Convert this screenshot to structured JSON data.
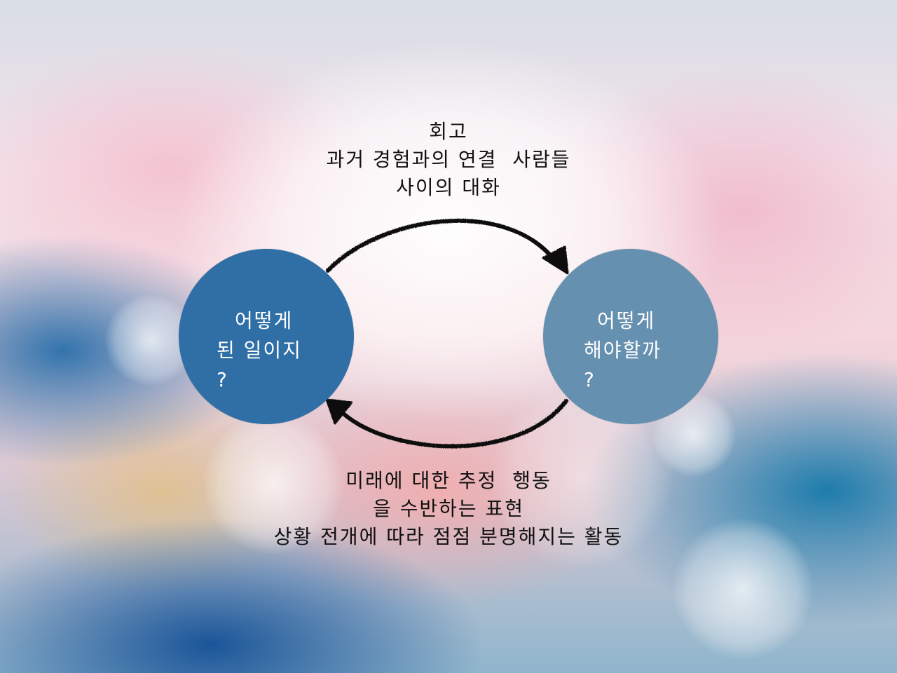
{
  "top_caption": {
    "line1": "회고",
    "line2": "과거 경험과의 연결  사람들",
    "line3": "사이의 대화"
  },
  "left_circle": {
    "line1": "어떻게",
    "line2": "된 일이지",
    "line3": "?",
    "color": "#2f6fa6"
  },
  "right_circle": {
    "line1": "어떻게",
    "line2": "해야할까",
    "line3": "?",
    "color": "#6690b0"
  },
  "bottom_caption": {
    "line1": "미래에 대한 추정  행동",
    "line2": "을 수반하는 표현",
    "line3": "상황 전개에 따라 점점 분명해지는 활동"
  },
  "arrow_color": "#111111"
}
